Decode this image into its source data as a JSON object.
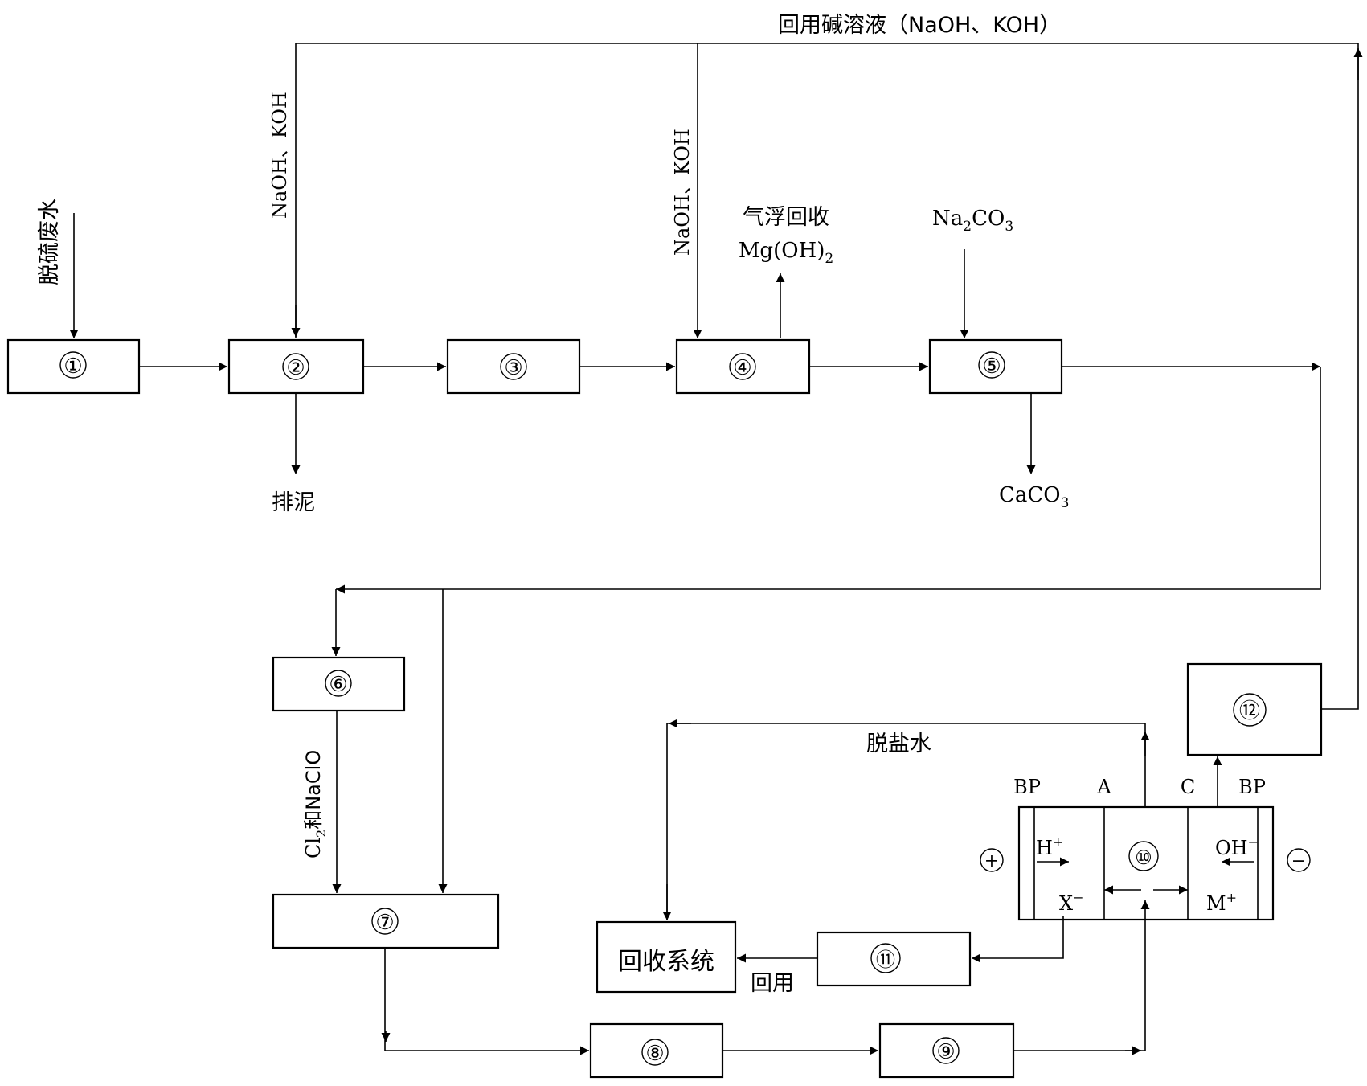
{
  "units": {
    "u1": "①",
    "u2": "②",
    "u3": "③",
    "u4": "④",
    "u5": "⑤",
    "u6": "⑥",
    "u7": "⑦",
    "u8": "⑧",
    "u9": "⑨",
    "u10": "⑩",
    "u11": "⑪",
    "u12": "⑫"
  },
  "labels": {
    "recycle_top": "回用碱溶液（NaOH、KOH）",
    "wastewater": "脱硫废水",
    "naoh_koh_1": "NaOH、KOH",
    "naoh_koh_2": "NaOH、KOH",
    "sludge": "排泥",
    "flotation_recovery": "气浮回收",
    "mgoh2": "Mg(OH)",
    "mgoh2_sub": "2",
    "na2co3_a": "Na",
    "na2co3_sub1": "2",
    "na2co3_b": "CO",
    "na2co3_sub2": "3",
    "caco3": "CaCO",
    "caco3_sub": "3",
    "cl2_a": "Cl",
    "cl2_sub": "2",
    "cl2_b": "和NaClO",
    "desalted_water": "脱盐水",
    "recovery_system": "回收系统",
    "reuse": "回用",
    "bp_left": "BP",
    "a_membrane": "A",
    "c_membrane": "C",
    "bp_right": "BP",
    "plus_sign": "+",
    "minus_sign": "−",
    "h_ion": "H",
    "h_charge": "+",
    "oh_ion": "OH",
    "oh_charge": "−",
    "x_ion": "X",
    "x_charge": "−",
    "m_ion": "M",
    "m_charge": "+"
  }
}
